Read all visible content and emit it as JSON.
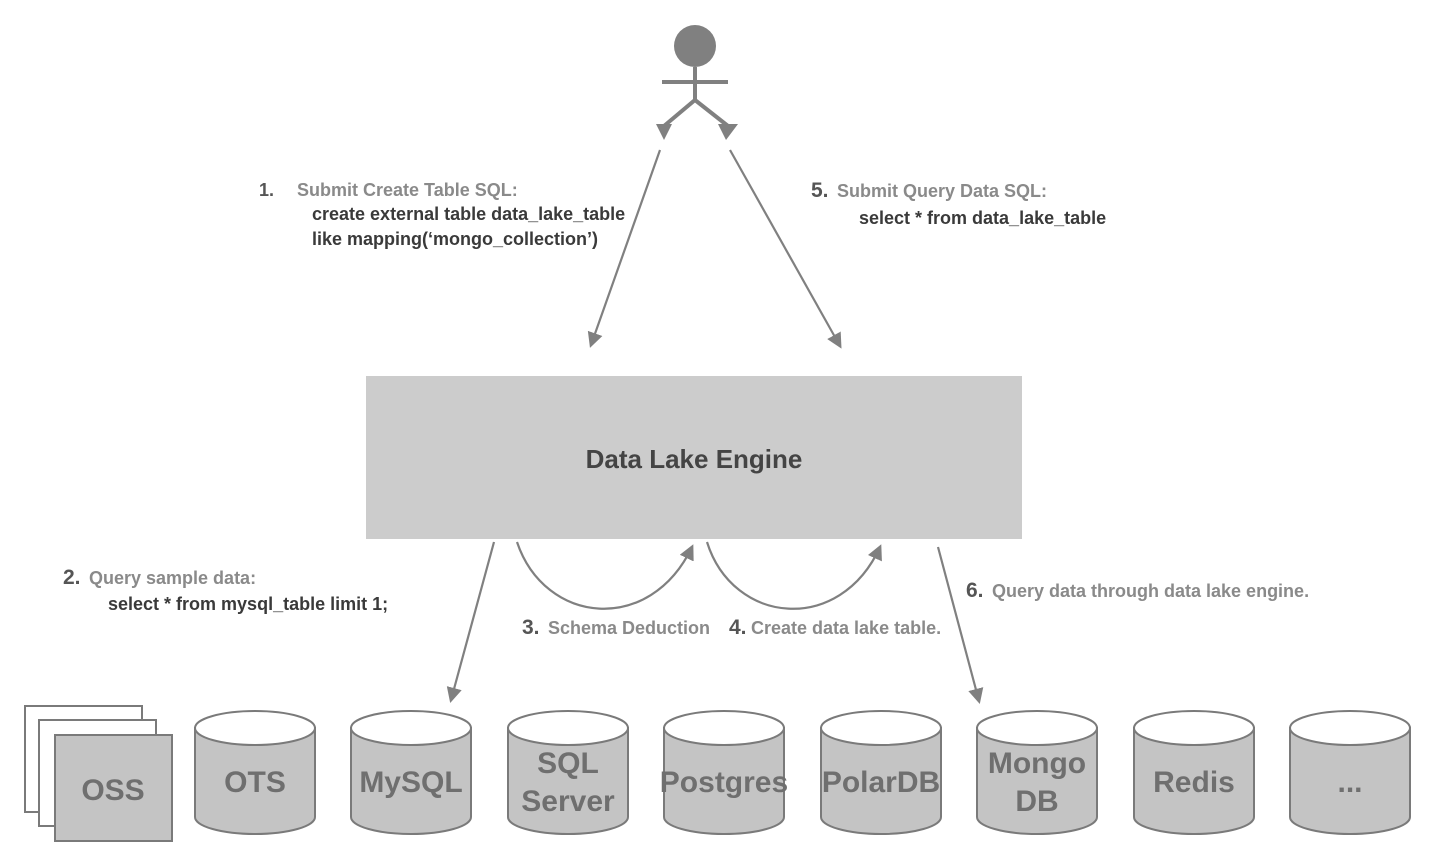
{
  "engine": {
    "label": "Data Lake Engine"
  },
  "user": {
    "icon": "user-figure-icon"
  },
  "steps": [
    {
      "num": "1.",
      "title": "Submit Create Table SQL:",
      "lines": [
        "create external table data_lake_table",
        "like mapping(‘mongo_collection’)"
      ]
    },
    {
      "num": "2.",
      "title": "Query sample data:",
      "lines": [
        "select * from mysql_table limit 1;"
      ]
    },
    {
      "num": "3.",
      "title": "Schema Deduction",
      "lines": []
    },
    {
      "num": "4.",
      "title": "Create data lake  table.",
      "lines": []
    },
    {
      "num": "5.",
      "title": "Submit Query Data SQL:",
      "lines": [
        "select * from data_lake_table"
      ]
    },
    {
      "num": "6.",
      "title": "Query data through data lake engine.",
      "lines": []
    }
  ],
  "sources": [
    {
      "kind": "stack",
      "lines": [
        "OSS"
      ]
    },
    {
      "kind": "cylinder",
      "lines": [
        "OTS"
      ]
    },
    {
      "kind": "cylinder",
      "lines": [
        "MySQL"
      ]
    },
    {
      "kind": "cylinder",
      "lines": [
        "SQL",
        "Server"
      ]
    },
    {
      "kind": "cylinder",
      "lines": [
        "Postgres"
      ]
    },
    {
      "kind": "cylinder",
      "lines": [
        "PolarDB"
      ]
    },
    {
      "kind": "cylinder",
      "lines": [
        "Mongo",
        "DB"
      ]
    },
    {
      "kind": "cylinder",
      "lines": [
        "Redis"
      ]
    },
    {
      "kind": "cylinder",
      "lines": [
        "..."
      ]
    }
  ],
  "colors": {
    "engine_fill": "#cccccc",
    "source_fill": "#c4c4c4",
    "arrow": "#808080",
    "title_text": "#8a8a8a",
    "body_text": "#3a3a3a"
  }
}
